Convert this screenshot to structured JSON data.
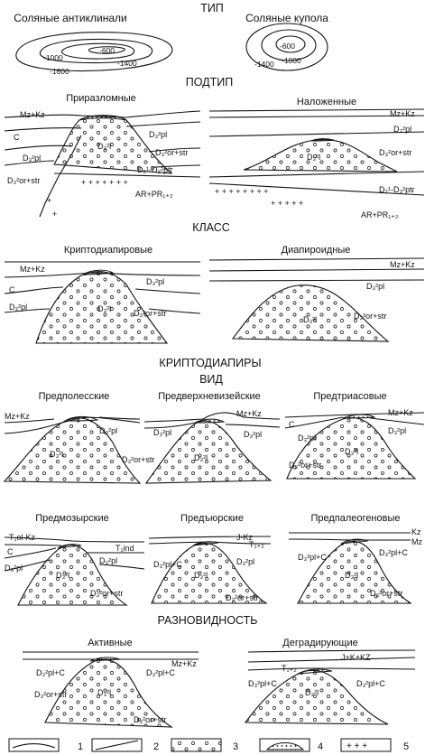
{
  "headings": {
    "type": "ТИП",
    "subtype": "ПОДТИП",
    "class": "КЛАСС",
    "cryptodiapirs": "КРИПТОДИАПИРЫ",
    "kind": "ВИД",
    "variety": "РАЗНОВИДНОСТЬ"
  },
  "type_panels": {
    "anticlines": {
      "title": "Соляные антиклинали",
      "contours": [
        "-600",
        "-1000",
        "-1400",
        "-1600"
      ]
    },
    "domes": {
      "title": "Соляные купола",
      "contours": [
        "-600",
        "-1000",
        "-1400"
      ]
    }
  },
  "panels": {
    "p1": {
      "title": "Приразломные"
    },
    "p2": {
      "title": "Наложенные"
    },
    "p3": {
      "title": "Криптодиапировые"
    },
    "p4": {
      "title": "Диапироидные"
    },
    "p5": {
      "title": "Предполесские"
    },
    "p6": {
      "title": "Предверхневизейские"
    },
    "p7": {
      "title": "Предтриасовые"
    },
    "p8": {
      "title": "Предмозырские"
    },
    "p9": {
      "title": "Предъюрские"
    },
    "p10": {
      "title": "Предпалеогеновые"
    },
    "p11": {
      "title": "Активные"
    },
    "p12": {
      "title": "Деградирующие"
    }
  },
  "strata": {
    "mzkz": "Mz+Kz",
    "c": "C",
    "d3pl": "D₃²pl",
    "d3pl_short": "D₃pl",
    "d3pl_c": "D₃²pl+C",
    "d3or": "D₃²or+str",
    "d3l": "D₃²l",
    "d2d3": "D₂¹-D₃²ptr",
    "arpr": "AR+PR₁₊₂",
    "t1olkz": "T₁ol-Kz",
    "t1ind": "T₁ind",
    "jkz": "J-Kz",
    "t12": "T₁₊₂",
    "kz": "Kz",
    "mz": "Mz",
    "jkkz": "J+K+KZ"
  },
  "legend": {
    "items": [
      {
        "number": "1",
        "icon": "stratigraphic-boundary-line"
      },
      {
        "number": "2",
        "icon": "fault-line"
      },
      {
        "number": "3",
        "icon": "salt-dots-pattern"
      },
      {
        "number": "4",
        "icon": "caprock-lens"
      },
      {
        "number": "5",
        "icon": "basement-crosses"
      }
    ]
  }
}
